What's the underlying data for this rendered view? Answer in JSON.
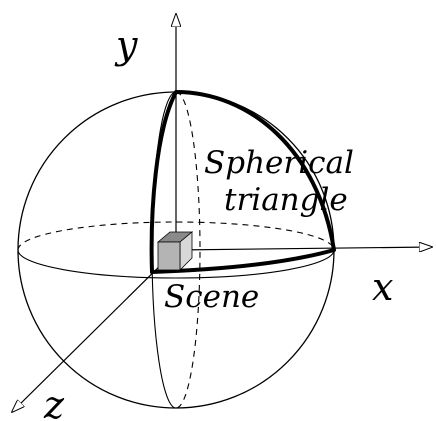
{
  "diagram": {
    "axes": {
      "x_label": "x",
      "y_label": "y",
      "z_label": "z"
    },
    "spherical_triangle_label": {
      "line1": "Spherical",
      "line2": "triangle"
    },
    "scene_label": "Scene",
    "colors": {
      "ink": "#000000",
      "background": "#ffffff",
      "cube_front": "#b4b4b4",
      "cube_top": "#8a8a8a",
      "cube_side": "#d8d8d8"
    }
  }
}
